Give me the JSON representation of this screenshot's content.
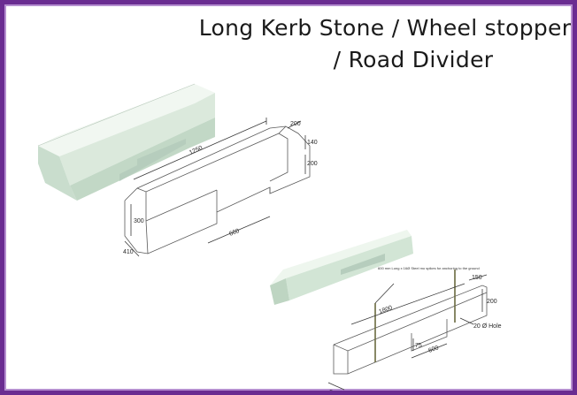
{
  "title": {
    "line1": "Long Kerb Stone / Wheel stopper",
    "line2": "/ Road Divider"
  },
  "colors": {
    "border": "#6a2c91",
    "concrete_light": "#eaf3ea",
    "concrete_mid": "#d3e4d6",
    "concrete_dark": "#b6cdbd",
    "line": "#4a4a4a"
  },
  "kerb_stone": {
    "dim_length": "1250",
    "dim_top_width": "200",
    "dim_chamfer": "140",
    "dim_side_height": "200",
    "dim_height": "300",
    "dim_base_width": "410",
    "dim_cutout": "660"
  },
  "wheel_stopper": {
    "note": "600 mm Long x 16Ø Steel mo spikes for anchoring to the ground",
    "dim_length": "1800",
    "dim_top": "150",
    "dim_height": "200",
    "dim_hole": "20 Ø Hole",
    "dim_slot_height": "75",
    "dim_slot_width": "600",
    "dim_base_width": "200"
  }
}
